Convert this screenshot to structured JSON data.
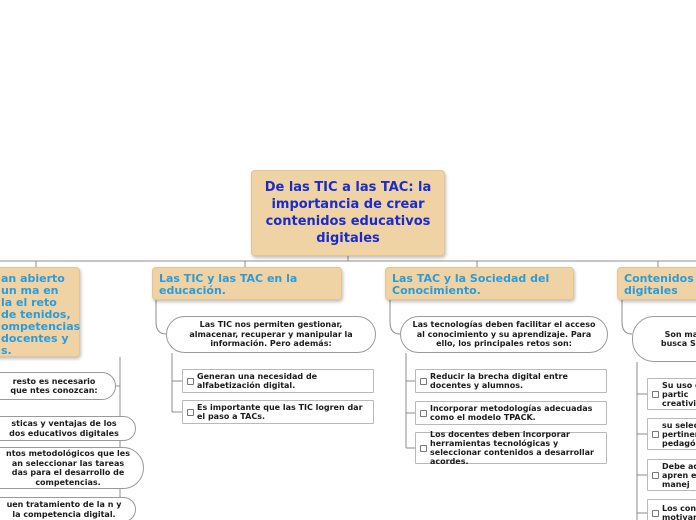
{
  "root": {
    "title": "De las TIC a las TAC:  la importancia de crear contenidos  educativos digitales"
  },
  "left_topic": {
    "label": "an abierto un ma en la el reto de tenidos, ompetencias docentes y s."
  },
  "left_items": [
    "resto es necesario que ntes conozcan:",
    "sticas y ventajas de los dos educativos digitales",
    "ntos metodológicos que les an seleccionar las tareas das para el desarrollo de competencias.",
    "uen tratamiento de la n y  la competencia digital."
  ],
  "topic_tic_tac": {
    "label": "Las TIC y las TAC en la educación.",
    "note": "Las TIC nos permiten gestionar, almacenar, recuperar y manipular  la  información. Pero además:",
    "items": [
      "Generan una necesidad de alfabetización digital.",
      "Es importante que las TIC logren dar el paso a TACs."
    ]
  },
  "topic_sociedad": {
    "label": "Las TAC y la Sociedad del Conocimiento.",
    "note": "Las tecnologías deben facilitar el acceso al conocimiento y su aprendizaje. Para ello, los principales retos son:",
    "items": [
      "Reducir la brecha digital entre docentes y alumnos.",
      "Incorporar metodologías adecuadas como el modelo TPACK.",
      "Los docentes deben incorporar herramientas tecnológicas y seleccionar contenidos a desarrollar acordes."
    ]
  },
  "topic_contenidos": {
    "label": "Contenidos e digitales",
    "note": "Son mater busca Se de",
    "items": [
      "Su uso d la  partic creativid",
      "su selecc pertinen pedagóg",
      "Debe ada de apren el manej",
      "Los cont motivar"
    ]
  }
}
